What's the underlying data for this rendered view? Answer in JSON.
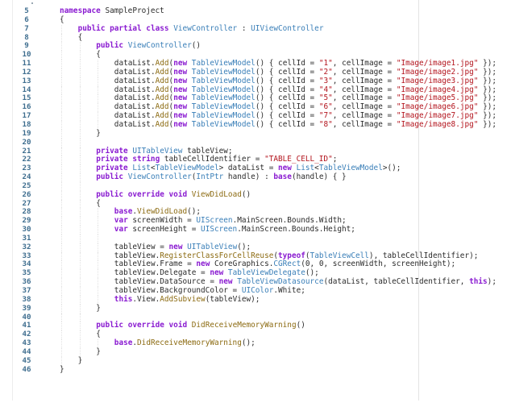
{
  "editor": {
    "language": "C#",
    "colors": {
      "keyword": "#8a1bd1",
      "type": "#3a7fb8",
      "method": "#8c6b12",
      "string": "#b3141d",
      "line_number": "#3f6e8f",
      "plain": "#2b2b2b"
    },
    "lines": [
      {
        "num": "5",
        "indent": 0,
        "tokens": [
          {
            "t": "kw",
            "v": "namespace"
          },
          {
            "t": "pl",
            "v": " SampleProject"
          }
        ]
      },
      {
        "num": "6",
        "indent": 0,
        "tokens": [
          {
            "t": "pl",
            "v": "{"
          }
        ]
      },
      {
        "num": "7",
        "indent": 1,
        "tokens": [
          {
            "t": "kw",
            "v": "public"
          },
          {
            "t": "pl",
            "v": " "
          },
          {
            "t": "kw",
            "v": "partial"
          },
          {
            "t": "pl",
            "v": " "
          },
          {
            "t": "kw",
            "v": "class"
          },
          {
            "t": "pl",
            "v": " "
          },
          {
            "t": "ty",
            "v": "ViewController"
          },
          {
            "t": "pl",
            "v": " : "
          },
          {
            "t": "ty",
            "v": "UIViewController"
          }
        ]
      },
      {
        "num": "8",
        "indent": 1,
        "tokens": [
          {
            "t": "pl",
            "v": "{"
          }
        ]
      },
      {
        "num": "9",
        "indent": 2,
        "tokens": [
          {
            "t": "kw",
            "v": "public"
          },
          {
            "t": "pl",
            "v": " "
          },
          {
            "t": "ty",
            "v": "ViewController"
          },
          {
            "t": "pl",
            "v": "()"
          }
        ]
      },
      {
        "num": "10",
        "indent": 2,
        "tokens": [
          {
            "t": "pl",
            "v": "{"
          }
        ]
      },
      {
        "num": "11",
        "indent": 3,
        "tokens": [
          {
            "t": "pl",
            "v": "dataList."
          },
          {
            "t": "me",
            "v": "Add"
          },
          {
            "t": "pl",
            "v": "("
          },
          {
            "t": "kw",
            "v": "new"
          },
          {
            "t": "pl",
            "v": " "
          },
          {
            "t": "ty",
            "v": "TableViewModel"
          },
          {
            "t": "pl",
            "v": "() { cellId = "
          },
          {
            "t": "st",
            "v": "\"1\""
          },
          {
            "t": "pl",
            "v": ", cellImage = "
          },
          {
            "t": "st",
            "v": "\"Image/image1.jpg\""
          },
          {
            "t": "pl",
            "v": " });"
          }
        ]
      },
      {
        "num": "12",
        "indent": 3,
        "tokens": [
          {
            "t": "pl",
            "v": "dataList."
          },
          {
            "t": "me",
            "v": "Add"
          },
          {
            "t": "pl",
            "v": "("
          },
          {
            "t": "kw",
            "v": "new"
          },
          {
            "t": "pl",
            "v": " "
          },
          {
            "t": "ty",
            "v": "TableViewModel"
          },
          {
            "t": "pl",
            "v": "() { cellId = "
          },
          {
            "t": "st",
            "v": "\"2\""
          },
          {
            "t": "pl",
            "v": ", cellImage = "
          },
          {
            "t": "st",
            "v": "\"Image/image2.jpg\""
          },
          {
            "t": "pl",
            "v": " });"
          }
        ]
      },
      {
        "num": "13",
        "indent": 3,
        "tokens": [
          {
            "t": "pl",
            "v": "dataList."
          },
          {
            "t": "me",
            "v": "Add"
          },
          {
            "t": "pl",
            "v": "("
          },
          {
            "t": "kw",
            "v": "new"
          },
          {
            "t": "pl",
            "v": " "
          },
          {
            "t": "ty",
            "v": "TableViewModel"
          },
          {
            "t": "pl",
            "v": "() { cellId = "
          },
          {
            "t": "st",
            "v": "\"3\""
          },
          {
            "t": "pl",
            "v": ", cellImage = "
          },
          {
            "t": "st",
            "v": "\"Image/image3.jpg\""
          },
          {
            "t": "pl",
            "v": " });"
          }
        ]
      },
      {
        "num": "14",
        "indent": 3,
        "tokens": [
          {
            "t": "pl",
            "v": "dataList."
          },
          {
            "t": "me",
            "v": "Add"
          },
          {
            "t": "pl",
            "v": "("
          },
          {
            "t": "kw",
            "v": "new"
          },
          {
            "t": "pl",
            "v": " "
          },
          {
            "t": "ty",
            "v": "TableViewModel"
          },
          {
            "t": "pl",
            "v": "() { cellId = "
          },
          {
            "t": "st",
            "v": "\"4\""
          },
          {
            "t": "pl",
            "v": ", cellImage = "
          },
          {
            "t": "st",
            "v": "\"Image/image4.jpg\""
          },
          {
            "t": "pl",
            "v": " });"
          }
        ]
      },
      {
        "num": "15",
        "indent": 3,
        "tokens": [
          {
            "t": "pl",
            "v": "dataList."
          },
          {
            "t": "me",
            "v": "Add"
          },
          {
            "t": "pl",
            "v": "("
          },
          {
            "t": "kw",
            "v": "new"
          },
          {
            "t": "pl",
            "v": " "
          },
          {
            "t": "ty",
            "v": "TableViewModel"
          },
          {
            "t": "pl",
            "v": "() { cellId = "
          },
          {
            "t": "st",
            "v": "\"5\""
          },
          {
            "t": "pl",
            "v": ", cellImage = "
          },
          {
            "t": "st",
            "v": "\"Image/image5.jpg\""
          },
          {
            "t": "pl",
            "v": " });"
          }
        ]
      },
      {
        "num": "16",
        "indent": 3,
        "tokens": [
          {
            "t": "pl",
            "v": "dataList."
          },
          {
            "t": "me",
            "v": "Add"
          },
          {
            "t": "pl",
            "v": "("
          },
          {
            "t": "kw",
            "v": "new"
          },
          {
            "t": "pl",
            "v": " "
          },
          {
            "t": "ty",
            "v": "TableViewModel"
          },
          {
            "t": "pl",
            "v": "() { cellId = "
          },
          {
            "t": "st",
            "v": "\"6\""
          },
          {
            "t": "pl",
            "v": ", cellImage = "
          },
          {
            "t": "st",
            "v": "\"Image/image6.jpg\""
          },
          {
            "t": "pl",
            "v": " });"
          }
        ]
      },
      {
        "num": "17",
        "indent": 3,
        "tokens": [
          {
            "t": "pl",
            "v": "dataList."
          },
          {
            "t": "me",
            "v": "Add"
          },
          {
            "t": "pl",
            "v": "("
          },
          {
            "t": "kw",
            "v": "new"
          },
          {
            "t": "pl",
            "v": " "
          },
          {
            "t": "ty",
            "v": "TableViewModel"
          },
          {
            "t": "pl",
            "v": "() { cellId = "
          },
          {
            "t": "st",
            "v": "\"7\""
          },
          {
            "t": "pl",
            "v": ", cellImage = "
          },
          {
            "t": "st",
            "v": "\"Image/image7.jpg\""
          },
          {
            "t": "pl",
            "v": " });"
          }
        ]
      },
      {
        "num": "18",
        "indent": 3,
        "tokens": [
          {
            "t": "pl",
            "v": "dataList."
          },
          {
            "t": "me",
            "v": "Add"
          },
          {
            "t": "pl",
            "v": "("
          },
          {
            "t": "kw",
            "v": "new"
          },
          {
            "t": "pl",
            "v": " "
          },
          {
            "t": "ty",
            "v": "TableViewModel"
          },
          {
            "t": "pl",
            "v": "() { cellId = "
          },
          {
            "t": "st",
            "v": "\"8\""
          },
          {
            "t": "pl",
            "v": ", cellImage = "
          },
          {
            "t": "st",
            "v": "\"Image/image8.jpg\""
          },
          {
            "t": "pl",
            "v": " });"
          }
        ]
      },
      {
        "num": "19",
        "indent": 2,
        "tokens": [
          {
            "t": "pl",
            "v": "}"
          }
        ]
      },
      {
        "num": "20",
        "indent": 2,
        "tokens": []
      },
      {
        "num": "21",
        "indent": 2,
        "tokens": [
          {
            "t": "kw",
            "v": "private"
          },
          {
            "t": "pl",
            "v": " "
          },
          {
            "t": "ty",
            "v": "UITableView"
          },
          {
            "t": "pl",
            "v": " tableView;"
          }
        ]
      },
      {
        "num": "22",
        "indent": 2,
        "tokens": [
          {
            "t": "kw",
            "v": "private"
          },
          {
            "t": "pl",
            "v": " "
          },
          {
            "t": "kw",
            "v": "string"
          },
          {
            "t": "pl",
            "v": " tableCellIdentifier = "
          },
          {
            "t": "st",
            "v": "\"TABLE_CELL_ID\""
          },
          {
            "t": "pl",
            "v": ";"
          }
        ]
      },
      {
        "num": "23",
        "indent": 2,
        "tokens": [
          {
            "t": "kw",
            "v": "private"
          },
          {
            "t": "pl",
            "v": " "
          },
          {
            "t": "ty",
            "v": "List"
          },
          {
            "t": "pl",
            "v": "<"
          },
          {
            "t": "ty",
            "v": "TableViewModel"
          },
          {
            "t": "pl",
            "v": "> dataList = "
          },
          {
            "t": "kw",
            "v": "new"
          },
          {
            "t": "pl",
            "v": " "
          },
          {
            "t": "ty",
            "v": "List"
          },
          {
            "t": "pl",
            "v": "<"
          },
          {
            "t": "ty",
            "v": "TableViewModel"
          },
          {
            "t": "pl",
            "v": ">();"
          }
        ]
      },
      {
        "num": "24",
        "indent": 2,
        "tokens": [
          {
            "t": "kw",
            "v": "public"
          },
          {
            "t": "pl",
            "v": " "
          },
          {
            "t": "ty",
            "v": "ViewController"
          },
          {
            "t": "pl",
            "v": "("
          },
          {
            "t": "ty",
            "v": "IntPtr"
          },
          {
            "t": "pl",
            "v": " handle) : "
          },
          {
            "t": "kw",
            "v": "base"
          },
          {
            "t": "pl",
            "v": "(handle) { }"
          }
        ]
      },
      {
        "num": "25",
        "indent": 2,
        "tokens": []
      },
      {
        "num": "26",
        "indent": 2,
        "tokens": [
          {
            "t": "kw",
            "v": "public"
          },
          {
            "t": "pl",
            "v": " "
          },
          {
            "t": "kw",
            "v": "override"
          },
          {
            "t": "pl",
            "v": " "
          },
          {
            "t": "kw",
            "v": "void"
          },
          {
            "t": "pl",
            "v": " "
          },
          {
            "t": "me",
            "v": "ViewDidLoad"
          },
          {
            "t": "pl",
            "v": "()"
          }
        ]
      },
      {
        "num": "27",
        "indent": 2,
        "tokens": [
          {
            "t": "pl",
            "v": "{"
          }
        ]
      },
      {
        "num": "28",
        "indent": 3,
        "tokens": [
          {
            "t": "kw",
            "v": "base"
          },
          {
            "t": "pl",
            "v": "."
          },
          {
            "t": "me",
            "v": "ViewDidLoad"
          },
          {
            "t": "pl",
            "v": "();"
          }
        ]
      },
      {
        "num": "29",
        "indent": 3,
        "tokens": [
          {
            "t": "kw",
            "v": "var"
          },
          {
            "t": "pl",
            "v": " screenWidth = "
          },
          {
            "t": "ty",
            "v": "UIScreen"
          },
          {
            "t": "pl",
            "v": ".MainScreen.Bounds.Width;"
          }
        ]
      },
      {
        "num": "30",
        "indent": 3,
        "tokens": [
          {
            "t": "kw",
            "v": "var"
          },
          {
            "t": "pl",
            "v": " screenHeight = "
          },
          {
            "t": "ty",
            "v": "UIScreen"
          },
          {
            "t": "pl",
            "v": ".MainScreen.Bounds.Height;"
          }
        ]
      },
      {
        "num": "31",
        "indent": 3,
        "tokens": []
      },
      {
        "num": "32",
        "indent": 3,
        "tokens": [
          {
            "t": "pl",
            "v": "tableView = "
          },
          {
            "t": "kw",
            "v": "new"
          },
          {
            "t": "pl",
            "v": " "
          },
          {
            "t": "ty",
            "v": "UITableView"
          },
          {
            "t": "pl",
            "v": "();"
          }
        ]
      },
      {
        "num": "33",
        "indent": 3,
        "tokens": [
          {
            "t": "pl",
            "v": "tableView."
          },
          {
            "t": "me",
            "v": "RegisterClassForCellReuse"
          },
          {
            "t": "pl",
            "v": "("
          },
          {
            "t": "kw",
            "v": "typeof"
          },
          {
            "t": "pl",
            "v": "("
          },
          {
            "t": "ty",
            "v": "TableViewCell"
          },
          {
            "t": "pl",
            "v": "), tableCellIdentifier);"
          }
        ]
      },
      {
        "num": "34",
        "indent": 3,
        "tokens": [
          {
            "t": "pl",
            "v": "tableView.Frame = "
          },
          {
            "t": "kw",
            "v": "new"
          },
          {
            "t": "pl",
            "v": " CoreGraphics."
          },
          {
            "t": "ty",
            "v": "CGRect"
          },
          {
            "t": "pl",
            "v": "(0, 0, screenWidth, screenHeight);"
          }
        ]
      },
      {
        "num": "35",
        "indent": 3,
        "tokens": [
          {
            "t": "pl",
            "v": "tableView.Delegate = "
          },
          {
            "t": "kw",
            "v": "new"
          },
          {
            "t": "pl",
            "v": " "
          },
          {
            "t": "ty",
            "v": "TableViewDelegate"
          },
          {
            "t": "pl",
            "v": "();"
          }
        ]
      },
      {
        "num": "36",
        "indent": 3,
        "tokens": [
          {
            "t": "pl",
            "v": "tableView.DataSource = "
          },
          {
            "t": "kw",
            "v": "new"
          },
          {
            "t": "pl",
            "v": " "
          },
          {
            "t": "ty",
            "v": "TableViewDatasource"
          },
          {
            "t": "pl",
            "v": "(dataList, tableCellIdentifier, "
          },
          {
            "t": "kw",
            "v": "this"
          },
          {
            "t": "pl",
            "v": ");"
          }
        ]
      },
      {
        "num": "37",
        "indent": 3,
        "tokens": [
          {
            "t": "pl",
            "v": "tableView.BackgroundColor = "
          },
          {
            "t": "ty",
            "v": "UIColor"
          },
          {
            "t": "pl",
            "v": ".White;"
          }
        ]
      },
      {
        "num": "38",
        "indent": 3,
        "tokens": [
          {
            "t": "kw",
            "v": "this"
          },
          {
            "t": "pl",
            "v": ".View."
          },
          {
            "t": "me",
            "v": "AddSubview"
          },
          {
            "t": "pl",
            "v": "(tableView);"
          }
        ]
      },
      {
        "num": "39",
        "indent": 2,
        "tokens": [
          {
            "t": "pl",
            "v": "}"
          }
        ]
      },
      {
        "num": "40",
        "indent": 2,
        "tokens": []
      },
      {
        "num": "41",
        "indent": 2,
        "tokens": [
          {
            "t": "kw",
            "v": "public"
          },
          {
            "t": "pl",
            "v": " "
          },
          {
            "t": "kw",
            "v": "override"
          },
          {
            "t": "pl",
            "v": " "
          },
          {
            "t": "kw",
            "v": "void"
          },
          {
            "t": "pl",
            "v": " "
          },
          {
            "t": "me",
            "v": "DidReceiveMemoryWarning"
          },
          {
            "t": "pl",
            "v": "()"
          }
        ]
      },
      {
        "num": "42",
        "indent": 2,
        "tokens": [
          {
            "t": "pl",
            "v": "{"
          }
        ]
      },
      {
        "num": "43",
        "indent": 3,
        "tokens": [
          {
            "t": "kw",
            "v": "base"
          },
          {
            "t": "pl",
            "v": "."
          },
          {
            "t": "me",
            "v": "DidReceiveMemoryWarning"
          },
          {
            "t": "pl",
            "v": "();"
          }
        ]
      },
      {
        "num": "44",
        "indent": 2,
        "tokens": [
          {
            "t": "pl",
            "v": "}"
          }
        ]
      },
      {
        "num": "45",
        "indent": 1,
        "tokens": [
          {
            "t": "pl",
            "v": "}"
          }
        ]
      },
      {
        "num": "46",
        "indent": 0,
        "tokens": [
          {
            "t": "pl",
            "v": "}"
          }
        ]
      }
    ]
  }
}
